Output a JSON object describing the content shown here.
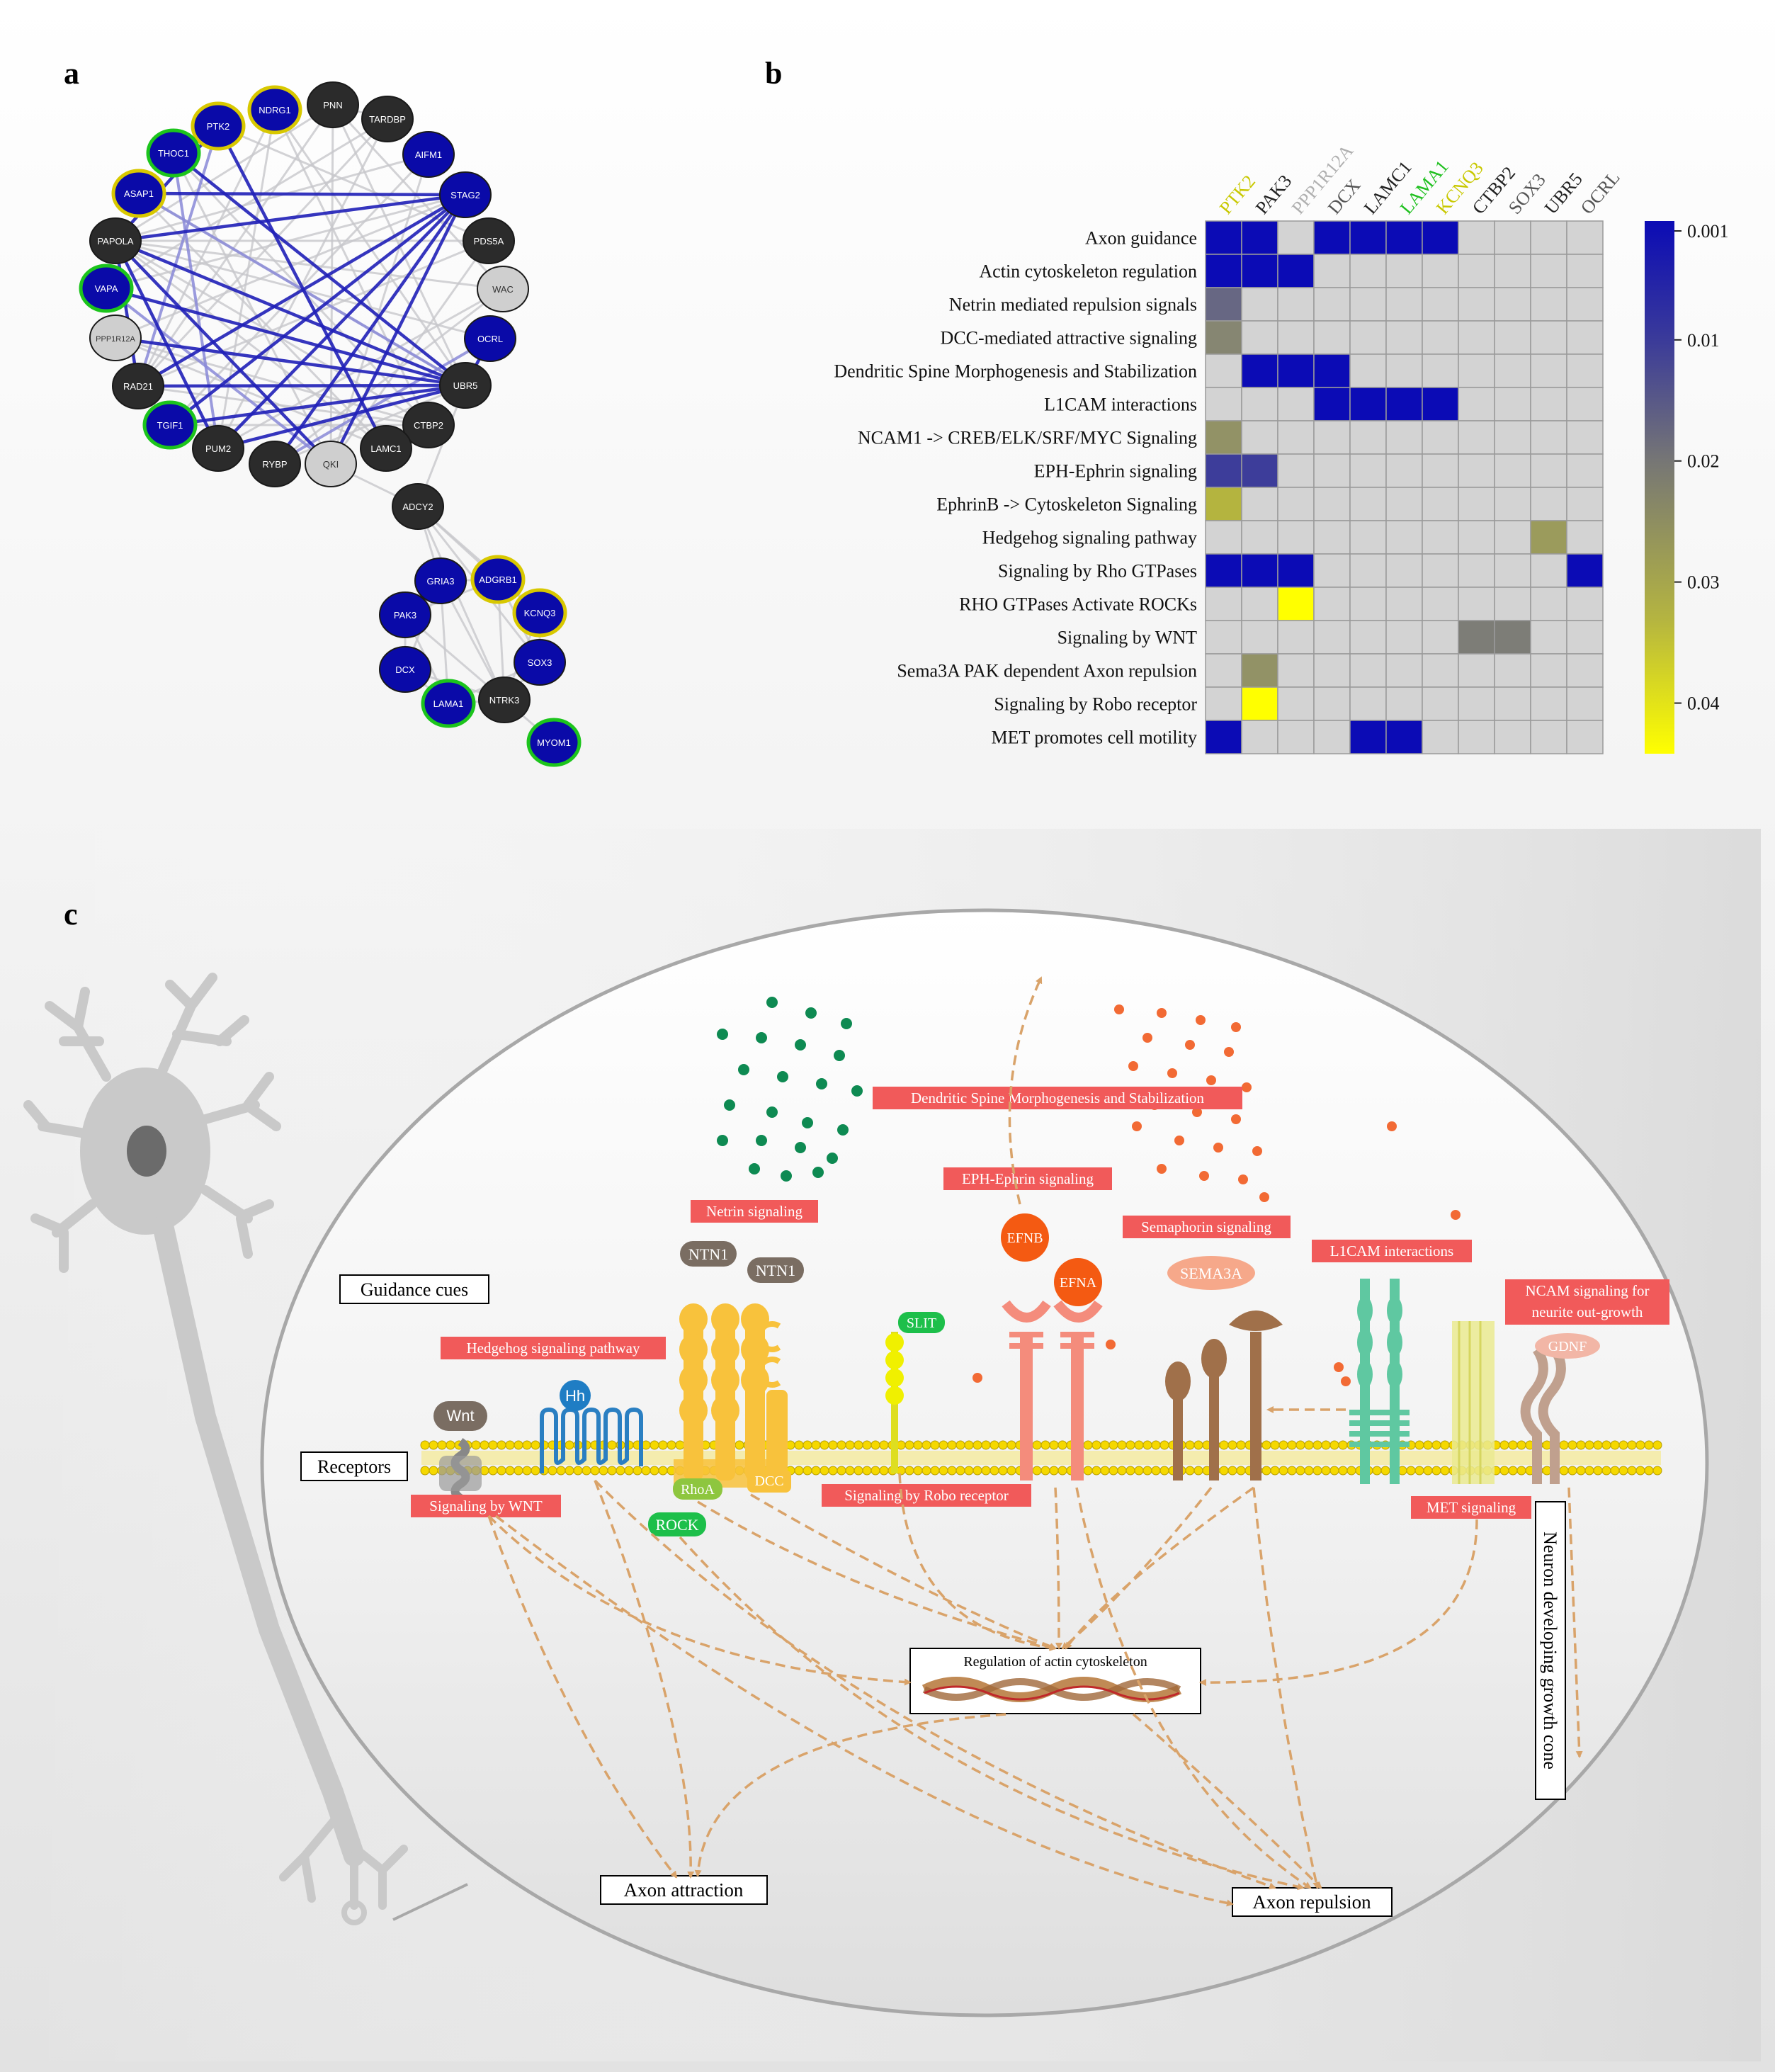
{
  "panels": {
    "a": {
      "label": "a"
    },
    "b": {
      "label": "b"
    },
    "c": {
      "label": "c"
    }
  },
  "network": {
    "nodes": [
      {
        "id": "PNN",
        "fill": "#2b2b2b",
        "ring": "none"
      },
      {
        "id": "NDRG1",
        "fill": "#0a0aa8",
        "ring": "#d8c800"
      },
      {
        "id": "PTK2",
        "fill": "#0a0aa8",
        "ring": "#d8c800"
      },
      {
        "id": "THOC1",
        "fill": "#0a0aa8",
        "ring": "#1cc41c"
      },
      {
        "id": "TARDBP",
        "fill": "#2b2b2b",
        "ring": "none"
      },
      {
        "id": "AIFM1",
        "fill": "#0a0aa8",
        "ring": "none"
      },
      {
        "id": "ASAP1",
        "fill": "#0a0aa8",
        "ring": "#d8c800"
      },
      {
        "id": "STAG2",
        "fill": "#0a0aa8",
        "ring": "none"
      },
      {
        "id": "PAPOLA",
        "fill": "#2b2b2b",
        "ring": "none"
      },
      {
        "id": "PDS5A",
        "fill": "#2b2b2b",
        "ring": "none"
      },
      {
        "id": "VAPA",
        "fill": "#0a0aa8",
        "ring": "#1cc41c"
      },
      {
        "id": "WAC",
        "fill": "#cfcfcf",
        "ring": "none"
      },
      {
        "id": "PPP1R12A",
        "fill": "#cfcfcf",
        "ring": "none"
      },
      {
        "id": "OCRL",
        "fill": "#0a0aa8",
        "ring": "none"
      },
      {
        "id": "RAD21",
        "fill": "#2b2b2b",
        "ring": "none"
      },
      {
        "id": "UBR5",
        "fill": "#2b2b2b",
        "ring": "none"
      },
      {
        "id": "TGIF1",
        "fill": "#0a0aa8",
        "ring": "#1cc41c"
      },
      {
        "id": "CTBP2",
        "fill": "#2b2b2b",
        "ring": "none"
      },
      {
        "id": "PUM2",
        "fill": "#2b2b2b",
        "ring": "none"
      },
      {
        "id": "RYBP",
        "fill": "#2b2b2b",
        "ring": "none"
      },
      {
        "id": "QKI",
        "fill": "#cfcfcf",
        "ring": "none"
      },
      {
        "id": "LAMC1",
        "fill": "#2b2b2b",
        "ring": "none"
      },
      {
        "id": "ADCY2",
        "fill": "#2b2b2b",
        "ring": "none"
      },
      {
        "id": "GRIA3",
        "fill": "#0a0aa8",
        "ring": "none"
      },
      {
        "id": "ADGRB1",
        "fill": "#0a0aa8",
        "ring": "#d8c800"
      },
      {
        "id": "PAK3",
        "fill": "#0a0aa8",
        "ring": "none"
      },
      {
        "id": "KCNQ3",
        "fill": "#0a0aa8",
        "ring": "#d8c800"
      },
      {
        "id": "SOX3",
        "fill": "#0a0aa8",
        "ring": "none"
      },
      {
        "id": "DCX",
        "fill": "#0a0aa8",
        "ring": "none"
      },
      {
        "id": "LAMA1",
        "fill": "#0a0aa8",
        "ring": "#1cc41c"
      },
      {
        "id": "NTRK3",
        "fill": "#2b2b2b",
        "ring": "none"
      },
      {
        "id": "MYOM1",
        "fill": "#0a0aa8",
        "ring": "#1cc41c"
      }
    ],
    "labels": {
      "PNN": "PNN",
      "NDRG1": "NDRG1",
      "PTK2": "PTK2",
      "THOC1": "THOC1",
      "TARDBP": "TARDBP",
      "AIFM1": "AIFM1",
      "ASAP1": "ASAP1",
      "STAG2": "STAG2",
      "PAPOLA": "PAPOLA",
      "PDS5A": "PDS5A",
      "VAPA": "VAPA",
      "WAC": "WAC",
      "PPP1R12A": "PPP1R12A",
      "OCRL": "OCRL",
      "RAD21": "RAD21",
      "UBR5": "UBR5",
      "TGIF1": "TGIF1",
      "CTBP2": "CTBP2",
      "PUM2": "PUM2",
      "RYBP": "RYBP",
      "QKI": "QKI",
      "LAMC1": "LAMC1",
      "ADCY2": "ADCY2",
      "GRIA3": "GRIA3",
      "ADGRB1": "ADGRB1",
      "PAK3": "PAK3",
      "KCNQ3": "KCNQ3",
      "SOX3": "SOX3",
      "DCX": "DCX",
      "LAMA1": "LAMA1",
      "NTRK3": "NTRK3",
      "MYOM1": "MYOM1"
    },
    "dark_edges": [
      [
        "PAPOLA",
        "STAG2"
      ],
      [
        "PAPOLA",
        "UBR5"
      ],
      [
        "PAPOLA",
        "PUM2"
      ],
      [
        "PAPOLA",
        "QKI"
      ],
      [
        "PAPOLA",
        "PTK2"
      ],
      [
        "STAG2",
        "TGIF1"
      ],
      [
        "STAG2",
        "PUM2"
      ],
      [
        "STAG2",
        "RYBP"
      ],
      [
        "STAG2",
        "RAD21"
      ],
      [
        "STAG2",
        "QKI"
      ],
      [
        "UBR5",
        "RAD21"
      ],
      [
        "UBR5",
        "TGIF1"
      ],
      [
        "OCRL",
        "UBR5"
      ],
      [
        "ASAP1",
        "STAG2"
      ],
      [
        "VAPA",
        "UBR5"
      ],
      [
        "THOC1",
        "UBR5"
      ],
      [
        "PTK2",
        "LAMC1"
      ],
      [
        "PPP1R12A",
        "UBR5"
      ],
      [
        "PUM2",
        "UBR5"
      ],
      [
        "PAPOLA",
        "RAD21"
      ]
    ],
    "light_edges": [
      [
        "PNN",
        "TARDBP"
      ],
      [
        "PNN",
        "PAPOLA"
      ],
      [
        "PNN",
        "UBR5"
      ],
      [
        "PNN",
        "QKI"
      ],
      [
        "PNN",
        "WAC"
      ],
      [
        "PNN",
        "RAD21"
      ],
      [
        "NDRG1",
        "UBR5"
      ],
      [
        "NDRG1",
        "PUM2"
      ],
      [
        "NDRG1",
        "CTBP2"
      ],
      [
        "TARDBP",
        "RAD21"
      ],
      [
        "TARDBP",
        "PUM2"
      ],
      [
        "TARDBP",
        "VAPA"
      ],
      [
        "AIFM1",
        "PAPOLA"
      ],
      [
        "AIFM1",
        "QKI"
      ],
      [
        "AIFM1",
        "TGIF1"
      ],
      [
        "WAC",
        "PAPOLA"
      ],
      [
        "WAC",
        "PUM2"
      ],
      [
        "WAC",
        "RYBP"
      ],
      [
        "PDS5A",
        "PAPOLA"
      ],
      [
        "PDS5A",
        "RAD21"
      ],
      [
        "PDS5A",
        "QKI"
      ],
      [
        "THOC1",
        "CTBP2"
      ],
      [
        "THOC1",
        "QKI"
      ],
      [
        "ASAP1",
        "UBR5"
      ],
      [
        "ASAP1",
        "LAMC1"
      ],
      [
        "VAPA",
        "STAG2"
      ],
      [
        "PPP1R12A",
        "STAG2"
      ],
      [
        "PPP1R12A",
        "CTBP2"
      ],
      [
        "PPP1R12A",
        "LAMC1"
      ],
      [
        "RAD21",
        "CTBP2"
      ],
      [
        "OCRL",
        "PAPOLA"
      ],
      [
        "CTBP2",
        "PAPOLA"
      ],
      [
        "LAMC1",
        "PAPOLA"
      ],
      [
        "RYBP",
        "UBR5"
      ],
      [
        "TGIF1",
        "CTBP2"
      ],
      [
        "PTK2",
        "PDS5A"
      ],
      [
        "NDRG1",
        "RAD21"
      ],
      [
        "QKI",
        "ADCY2"
      ],
      [
        "UBR5",
        "ADCY2"
      ],
      [
        "ADCY2",
        "GRIA3"
      ],
      [
        "ADCY2",
        "ADGRB1"
      ],
      [
        "ADCY2",
        "KCNQ3"
      ],
      [
        "ADCY2",
        "NTRK3"
      ],
      [
        "ADCY2",
        "SOX3"
      ],
      [
        "GRIA3",
        "PAK3"
      ],
      [
        "GRIA3",
        "DCX"
      ],
      [
        "GRIA3",
        "LAMA1"
      ],
      [
        "GRIA3",
        "NTRK3"
      ],
      [
        "GRIA3",
        "ADGRB1"
      ],
      [
        "ADGRB1",
        "KCNQ3"
      ],
      [
        "ADGRB1",
        "SOX3"
      ],
      [
        "ADGRB1",
        "NTRK3"
      ],
      [
        "ADGRB1",
        "PAK3"
      ],
      [
        "PAK3",
        "DCX"
      ],
      [
        "PAK3",
        "NTRK3"
      ],
      [
        "PAK3",
        "LAMA1"
      ],
      [
        "DCX",
        "LAMA1"
      ],
      [
        "DCX",
        "NTRK3"
      ],
      [
        "KCNQ3",
        "SOX3"
      ],
      [
        "SOX3",
        "NTRK3"
      ],
      [
        "LAMA1",
        "NTRK3"
      ],
      [
        "NTRK3",
        "MYOM1"
      ],
      [
        "KCNQ3",
        "NTRK3"
      ],
      [
        "SOX3",
        "LAMA1"
      ]
    ],
    "mid_edges": [
      [
        "ASAP1",
        "UBR5"
      ],
      [
        "VAPA",
        "QKI"
      ],
      [
        "OCRL",
        "RYBP"
      ],
      [
        "THOC1",
        "PUM2"
      ],
      [
        "PTK2",
        "RAD21"
      ]
    ]
  },
  "chart_data": {
    "type": "heatmap",
    "columns": [
      "PTK2",
      "PAK3",
      "PPP1R12A",
      "DCX",
      "LAMC1",
      "LAMA1",
      "KCNQ3",
      "CTBP2",
      "SOX3",
      "UBR5",
      "OCRL"
    ],
    "column_colors": [
      "#c8c800",
      "#222222",
      "#b0b0b0",
      "#555555",
      "#222222",
      "#20c020",
      "#c8c800",
      "#222222",
      "#555555",
      "#222222",
      "#555555"
    ],
    "rows": [
      "Axon guidance",
      "Actin cytoskeleton regulation",
      "Netrin mediated repulsion signals",
      "DCC-mediated attractive signaling",
      "Dendritic Spine Morphogenesis and Stabilization",
      "L1CAM interactions",
      "NCAM1 -> CREB/ELK/SRF/MYC Signaling",
      "EPH-Ephrin signaling",
      "EphrinB -> Cytoskeleton Signaling",
      "Hedgehog signaling pathway",
      "Signaling by Rho GTPases",
      "RHO GTPases Activate ROCKs",
      "Signaling by WNT",
      "Sema3A PAK dependent Axon repulsion",
      "Signaling by Robo receptor",
      "MET promotes cell motility"
    ],
    "values": [
      [
        0.001,
        0.001,
        null,
        0.001,
        0.001,
        0.001,
        0.001,
        null,
        null,
        null,
        null
      ],
      [
        0.001,
        0.001,
        0.001,
        null,
        null,
        null,
        null,
        null,
        null,
        null,
        null
      ],
      [
        0.015,
        null,
        null,
        null,
        null,
        null,
        null,
        null,
        null,
        null,
        null
      ],
      [
        0.022,
        null,
        null,
        null,
        null,
        null,
        null,
        null,
        null,
        null,
        null
      ],
      [
        null,
        0.001,
        0.001,
        0.001,
        null,
        null,
        null,
        null,
        null,
        null,
        null
      ],
      [
        null,
        null,
        null,
        0.001,
        0.001,
        0.001,
        0.001,
        null,
        null,
        null,
        null
      ],
      [
        0.025,
        null,
        null,
        null,
        null,
        null,
        null,
        null,
        null,
        null,
        null
      ],
      [
        0.008,
        0.008,
        null,
        null,
        null,
        null,
        null,
        null,
        null,
        null,
        null
      ],
      [
        0.033,
        null,
        null,
        null,
        null,
        null,
        null,
        null,
        null,
        null,
        null
      ],
      [
        null,
        null,
        null,
        null,
        null,
        null,
        null,
        null,
        null,
        0.027,
        null
      ],
      [
        0.001,
        0.001,
        0.001,
        null,
        null,
        null,
        null,
        null,
        null,
        null,
        0.001
      ],
      [
        null,
        null,
        0.045,
        null,
        null,
        null,
        null,
        null,
        null,
        null,
        null
      ],
      [
        null,
        null,
        null,
        null,
        null,
        null,
        null,
        0.02,
        0.02,
        null,
        null
      ],
      [
        null,
        0.025,
        null,
        null,
        null,
        null,
        null,
        null,
        null,
        null,
        null
      ],
      [
        null,
        0.045,
        null,
        null,
        null,
        null,
        null,
        null,
        null,
        null,
        null
      ],
      [
        0.001,
        null,
        null,
        null,
        0.001,
        0.001,
        null,
        null,
        null,
        null,
        null
      ]
    ],
    "colorbar": {
      "min": 0.001,
      "max": 0.045,
      "ticks": [
        "0.001",
        "0.01",
        "0.02",
        "0.03",
        "0.04"
      ],
      "tick_values": [
        0.001,
        0.01,
        0.02,
        0.03,
        0.04
      ],
      "colors": [
        "#0b0bb5",
        "#5a5a8a",
        "#8a8a70",
        "#b8b83a",
        "#ffff00"
      ]
    },
    "missing_color": "#d3d3d3"
  },
  "diagram": {
    "neuron_color": "#c9c9c9",
    "guidance_cues": "Guidance cues",
    "receptors": "Receptors",
    "growth_cone": "Neuron developing growth cone",
    "actin_box": "Regulation of actin cytoskeleton",
    "axon_attraction": "Axon attraction",
    "axon_repulsion": "Axon repulsion",
    "red_labels": {
      "dendritic": "Dendritic Spine Morphogenesis and Stabilization",
      "eph": "EPH-Ephrin signaling",
      "netrin": "Netrin signaling",
      "semaphorin": "Semaphorin signaling",
      "l1cam": "L1CAM interactions",
      "ncam1": "NCAM signaling for",
      "ncam2": "neurite out-growth",
      "hedgehog": "Hedgehog signaling pathway",
      "wnt": "Signaling by WNT",
      "robo": "Signaling by Robo receptor",
      "met": "MET signaling"
    },
    "ligands": {
      "ntn1a": "NTN1",
      "ntn1b": "NTN1",
      "efnb": "EFNB",
      "efna": "EFNA",
      "sema3a": "SEMA3A",
      "slit": "SLIT",
      "gdnf": "GDNF",
      "wnt": "Wnt",
      "hh": "Hh",
      "rhoa": "RhoA",
      "rock": "ROCK",
      "dcc": "DCC"
    }
  }
}
